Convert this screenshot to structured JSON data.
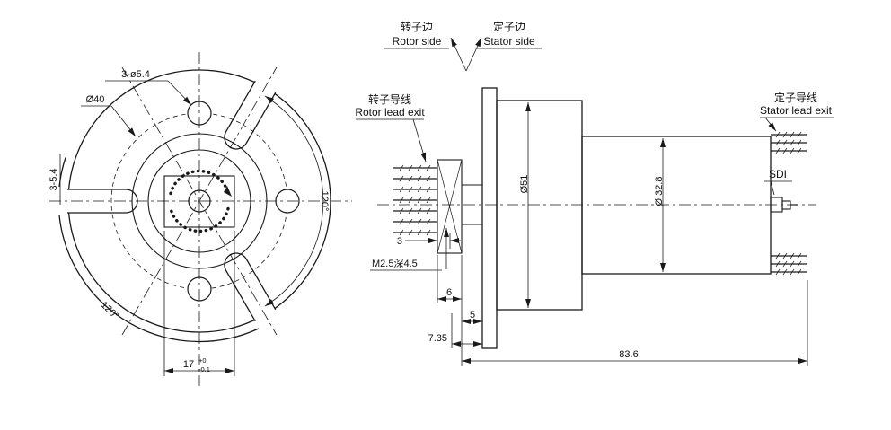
{
  "front_view": {
    "holes_callout": "3-ø5.4",
    "diameter_callout": "Ø40",
    "slots_callout": "3-5.4",
    "angle_right": "120°",
    "angle_lower_left": "120°",
    "width_dim": {
      "value": "17",
      "tol_upper": "+0",
      "tol_lower": "-0.1"
    }
  },
  "side_view": {
    "boundary": {
      "rotor_side_cn": "转子边",
      "rotor_side_en": "Rotor side",
      "stator_side_cn": "定子边",
      "stator_side_en": "Stator side"
    },
    "rotor_lead_cn": "转子导线",
    "rotor_lead_en": "Rotor lead exit",
    "stator_lead_cn": "定子导线",
    "stator_lead_en": "Stator lead exit",
    "sdi_label": "SDI",
    "dia_51": "Ø51",
    "dia_32_8": "Ø 32.8",
    "dim_3": "3",
    "thread_callout": "M2.5深4.5",
    "dim_6": "6",
    "dim_5": "5",
    "dim_7_35": "7.35",
    "dim_83_6": "83.6"
  }
}
